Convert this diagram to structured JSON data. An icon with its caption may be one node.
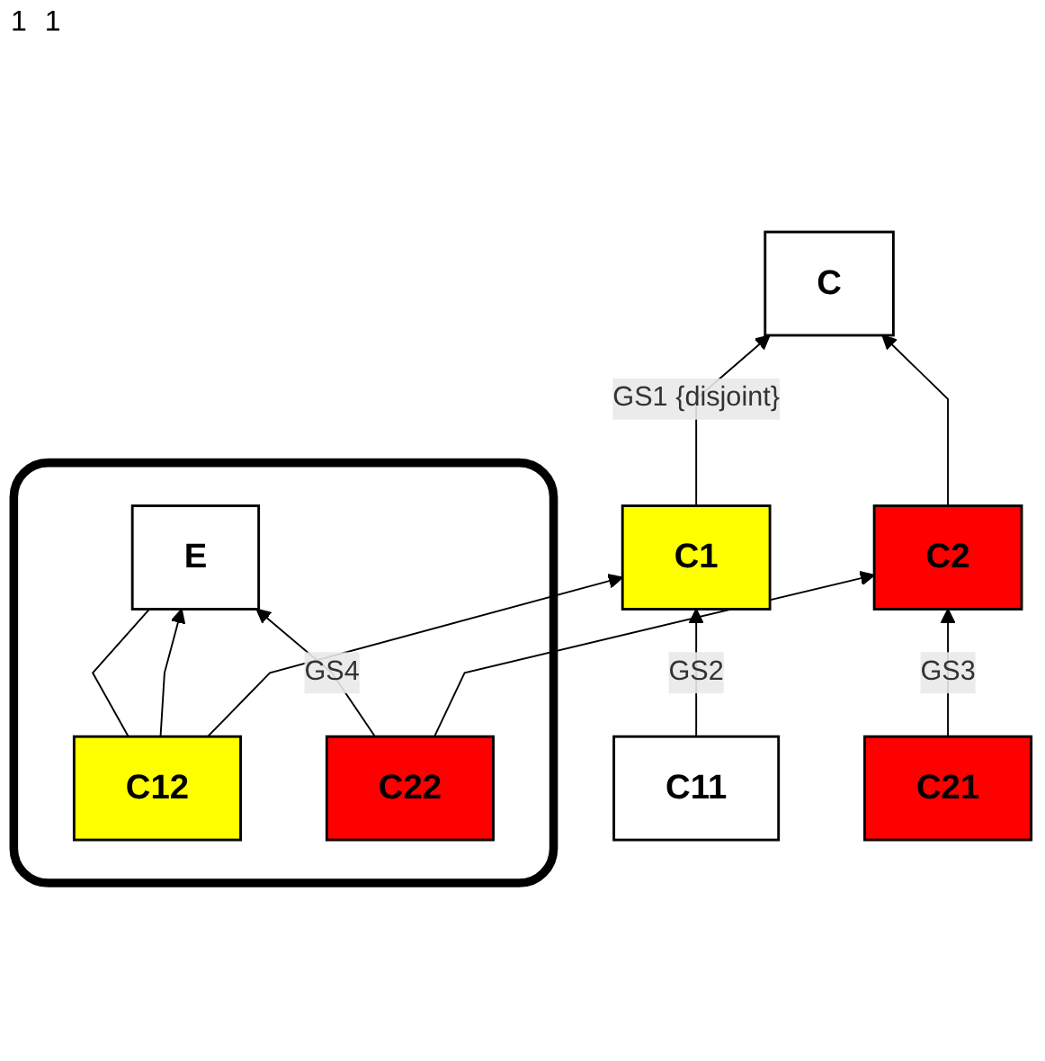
{
  "diagram": {
    "nodes": [
      {
        "text": [
          "C"
        ]
      },
      {
        "text": [
          "C1"
        ]
      },
      {
        "text": [
          "C2"
        ]
      },
      {
        "text": [
          "C11"
        ]
      },
      {
        "text": [],
        "shape": "box"
      },
      {
        "text": [
          "C12"
        ],
        "in": 4
      },
      {
        "text": [
          "C22"
        ],
        "in": 4
      },
      {
        "text": [
          "C21"
        ]
      },
      {
        "text": [
          "E"
        ],
        "in": 4
      }
    ],
    "edges": [
      {
        "from": 1,
        "to": 0,
        "arrow": "to",
        "label": "GS1 {disjoint}"
      },
      {
        "from": 2,
        "to": 0,
        "arrow": "to"
      },
      {
        "from": 3,
        "to": 1,
        "arrow": "to",
        "label": "GS2"
      },
      {
        "from": 5,
        "to": 1,
        "arrow": "to"
      },
      {
        "from": 6,
        "to": 2,
        "arrow": "to"
      },
      {
        "from": 7,
        "to": 2,
        "arrow": "to",
        "label": "GS3"
      },
      {
        "from": 5,
        "to": 8,
        "arrow": "to"
      },
      {
        "from": 6,
        "to": 8,
        "arrow": "to",
        "label": "GS4"
      },
      {
        "from": 5,
        "to": 8,
        "arrow": "none"
      }
    ],
    "labels": [
      "1",
      "1"
    ]
  }
}
